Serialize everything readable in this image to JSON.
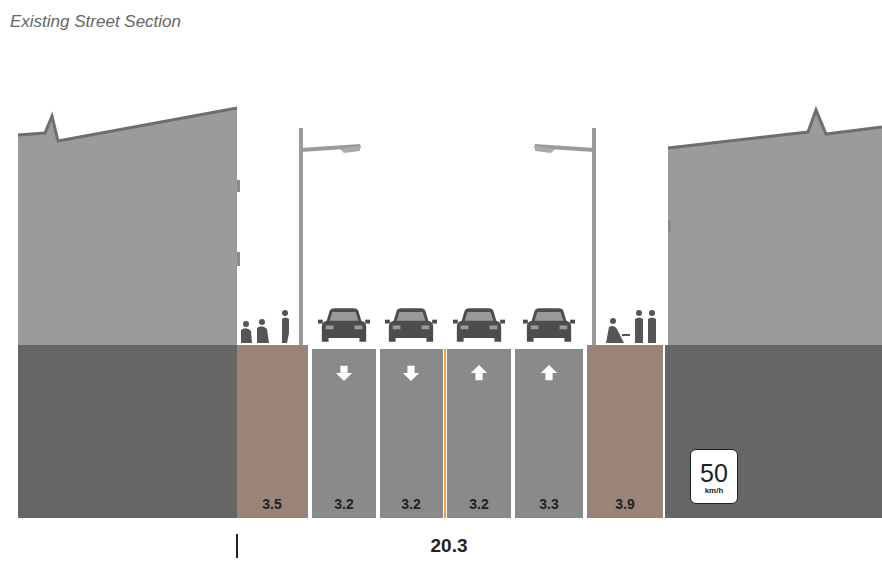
{
  "diagram": {
    "title": "Existing Street Section",
    "nodes": [
      {
        "text": [
          "50",
          "km/h"
        ]
      }
    ],
    "labels": [
      "3.5",
      "3.2",
      "3.2",
      "3.2",
      "3.3",
      "3.9",
      "20.3"
    ]
  }
}
